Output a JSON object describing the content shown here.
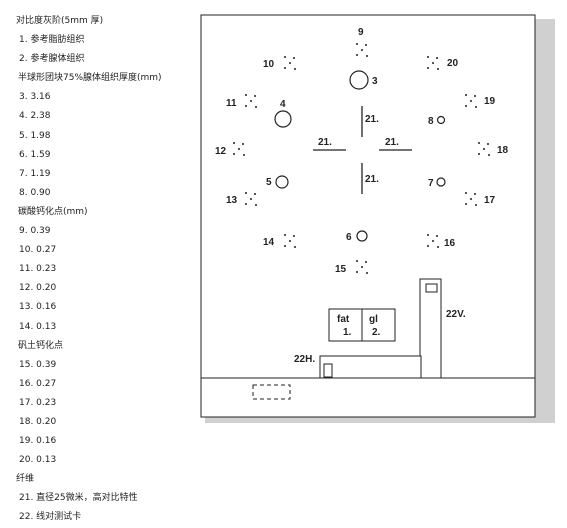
{
  "legend": {
    "lines": [
      "对比度灰阶(5mm 厚)",
      "1. 参考脂肪组织",
      "2. 参考腺体组织",
      "半球形团块75%腺体组织厚度(mm)",
      "3.  3.16",
      "4.  2.38",
      "5.  1.98",
      "6.  1.59",
      "7.  1.19",
      "8.  0.90",
      "碳酸钙化点(mm)",
      "9.  0.39",
      "10.  0.27",
      "11.  0.23",
      "12.  0.20",
      "13.  0.16",
      "14.  0.13",
      "矾土钙化点",
      "15.  0.39",
      "16.  0.27",
      "17.  0.23",
      "18.  0.20",
      "19.  0.16",
      "20.  0.13",
      "纤维",
      "21.  直径25微米，高对比特性",
      "22.  线对测试卡"
    ]
  },
  "phantom": {
    "labels": {
      "n3": "3",
      "n4": "4",
      "n5": "5",
      "n6": "6",
      "n7": "7",
      "n8": "8",
      "n9": "9",
      "n10": "10",
      "n11": "11",
      "n12": "12",
      "n13": "13",
      "n14": "14",
      "n15": "15",
      "n16": "16",
      "n17": "17",
      "n18": "18",
      "n19": "19",
      "n20": "20",
      "fiber_top": "21.",
      "fiber_left": "21.",
      "fiber_right": "21.",
      "fiber_bottom": "21.",
      "fat": "fat",
      "fat_num": "1.",
      "gl": "gl",
      "gl_num": "2.",
      "v22": "22V.",
      "h22": "22H."
    }
  }
}
